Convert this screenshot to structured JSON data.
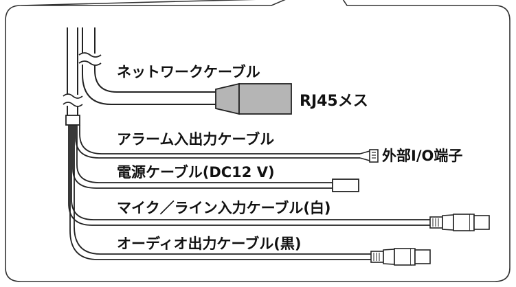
{
  "cables": {
    "network": "ネットワークケーブル",
    "alarm": "アラーム入出力ケーブル",
    "power": "電源ケーブル(DC12 V)",
    "mic_line": "マイク／ライン入力ケーブル(白)",
    "audio_out": "オーディオ出力ケーブル(黒)"
  },
  "connectors": {
    "rj45": "RJ45メス",
    "external_io": "外部I/O端子"
  }
}
